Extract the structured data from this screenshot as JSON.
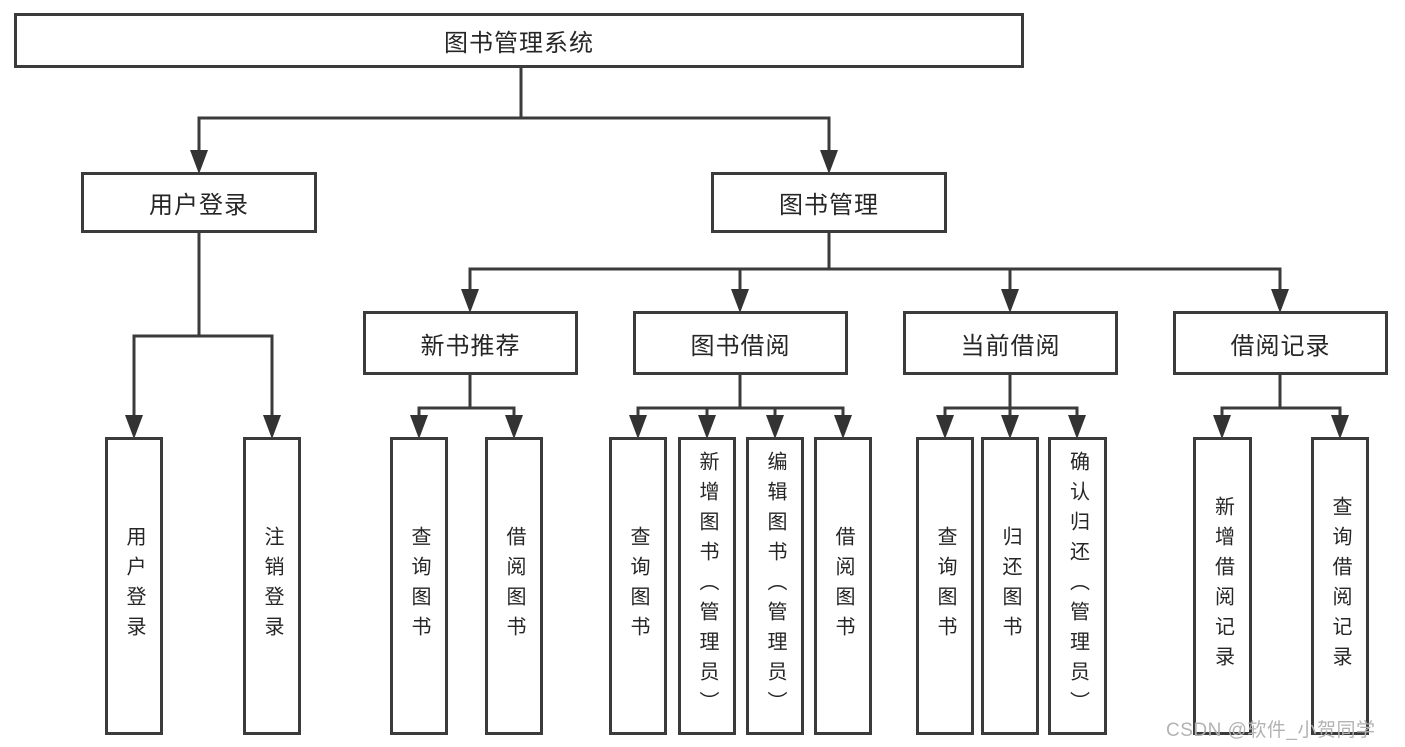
{
  "colors": {
    "background": "#ffffff",
    "line": "#3b3b3b",
    "border": "#3b3b3b",
    "arrowhead": "#333333",
    "text": "#262626",
    "watermark_text": "#b3b3b3"
  },
  "tree": {
    "label": "图书管理系统",
    "children": [
      {
        "label": "用户登录",
        "children": [
          {
            "label": "用户登录"
          },
          {
            "label": "注销登录"
          }
        ]
      },
      {
        "label": "图书管理",
        "children": [
          {
            "label": "新书推荐",
            "children": [
              {
                "label": "查询图书"
              },
              {
                "label": "借阅图书"
              }
            ]
          },
          {
            "label": "图书借阅",
            "children": [
              {
                "label": "查询图书"
              },
              {
                "label": "新增图书（管理员）"
              },
              {
                "label": "编辑图书（管理员）"
              },
              {
                "label": "借阅图书"
              }
            ]
          },
          {
            "label": "当前借阅",
            "children": [
              {
                "label": "查询图书"
              },
              {
                "label": "归还图书"
              },
              {
                "label": "确认归还（管理员）"
              }
            ]
          },
          {
            "label": "借阅记录",
            "children": [
              {
                "label": "新增借阅记录"
              },
              {
                "label": "查询借阅记录"
              }
            ]
          }
        ]
      }
    ]
  },
  "watermark": {
    "text": "CSDN @软件_小贺同学"
  }
}
